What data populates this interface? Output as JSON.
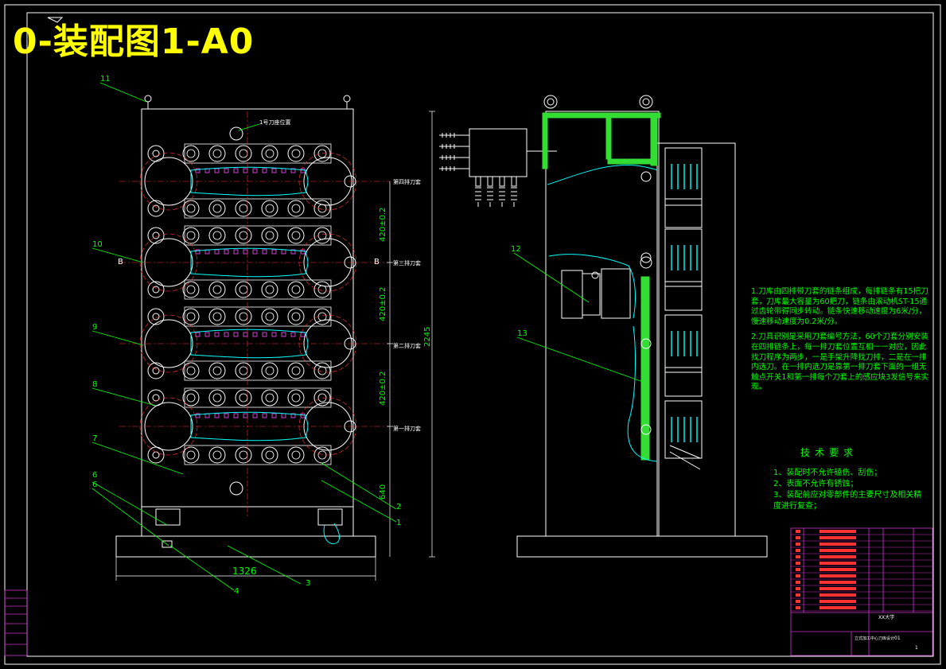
{
  "title": "0-装配图1-A0",
  "callouts": [
    "11",
    "10",
    "9",
    "8",
    "7",
    "6",
    "6",
    "1",
    "2",
    "4",
    "3",
    "12",
    "13"
  ],
  "dimensions": {
    "width": "1326",
    "pitch_top": "420±0.2",
    "pitch_mid": "420±0.2",
    "pitch_bottom": "420±0.2",
    "base_height": "640",
    "total_height": "2245"
  },
  "section_marks": {
    "left": "B",
    "right": "B"
  },
  "row_labels": [
    "第四排刀套",
    "第三排刀套",
    "第二排刀套",
    "第一排刀套"
  ],
  "top_label": "1号刀座位置",
  "notes": {
    "note1": "1.刀库由四排带刀套的链条组成，每排链条有15把刀套，刀库最大容量为60把刀，链条由滚动机ST-15通过齿轮带得同步转动。链条快速移动速度为6米/分，慢速移动速度为0.2米/分。",
    "note2": "2.刀具识别是采用刀套编号方法，60个刀套分别安装在四排链条上，每一排刀套位置互相一一对应，因此找刀程序为两步，一是手架升降找刀排，二是在一排内选刀。在一排内选刀是靠第一排刀套下面的一组无触点开关1和第一排每个刀套上的感应块3发信号来实现。"
  },
  "requirements": {
    "heading": "技术要求",
    "items": [
      "1、装配时不允许磕伤、刮伤；",
      "2、表面不允许有锈蚀；",
      "3、装配前应对零部件的主要尺寸及相关精度进行复查；"
    ]
  },
  "title_block": {
    "school": "XX大学",
    "drawing_name": "立式加工中心刀库设计",
    "code": "01",
    "sheet": "1"
  },
  "colors": {
    "frame": "#ffffff",
    "structure": "#ffffff",
    "chain": "#00ffff",
    "tool": "#ff55ff",
    "callout_line": "#00ff00",
    "centerline": "#ff3333",
    "note_text": "#00ff00",
    "title_text": "#ffff00",
    "table_border": "#cc33cc",
    "table_text": "#ff3333",
    "weld_fill": "#33dd33"
  }
}
